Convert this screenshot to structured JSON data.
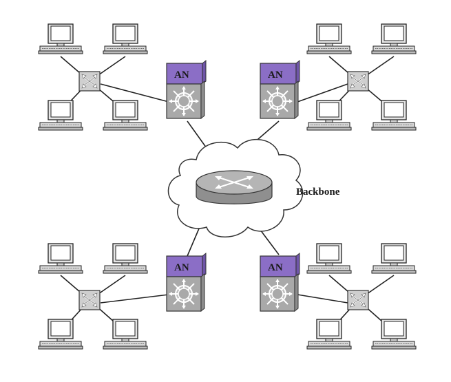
{
  "diagram": {
    "backbone_label": "Backbone",
    "access_nodes": [
      {
        "id": "an-top-left",
        "label": "AN"
      },
      {
        "id": "an-top-right",
        "label": "AN"
      },
      {
        "id": "an-bottom-left",
        "label": "AN"
      },
      {
        "id": "an-bottom-right",
        "label": "AN"
      }
    ],
    "colors": {
      "an_cap": "#8b6ec6",
      "an_body": "#a9a9a9",
      "router": "#b5b5b5",
      "switch": "#c9c9c9",
      "cloud_stroke": "#333333"
    },
    "icons": [
      "computer-icon",
      "switch-icon",
      "router-icon",
      "access-node-icon",
      "cloud-icon"
    ]
  }
}
